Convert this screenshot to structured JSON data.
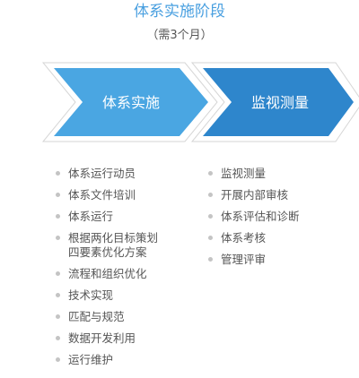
{
  "title": "体系实施阶段",
  "subtitle": "（需3个月）",
  "stages": [
    {
      "label": "体系实施",
      "color": "#4aa6e2"
    },
    {
      "label": "监视测量",
      "color": "#2e86cc"
    }
  ],
  "left_list": [
    "体系运行动员",
    "体系文件培训",
    "体系运行",
    "根据两化目标策划\n四要素优化方案",
    "流程和组织优化",
    "技术实现",
    "匹配与规范",
    "数据开发利用",
    "运行维护"
  ],
  "right_list": [
    "监视测量",
    "开展内部审核",
    "体系评估和诊断",
    "体系考核",
    "管理评审"
  ],
  "colors": {
    "title": "#4aa0e0",
    "outline": "#d6d6d6",
    "bullet": "#c4c4c4",
    "text": "#555555"
  }
}
